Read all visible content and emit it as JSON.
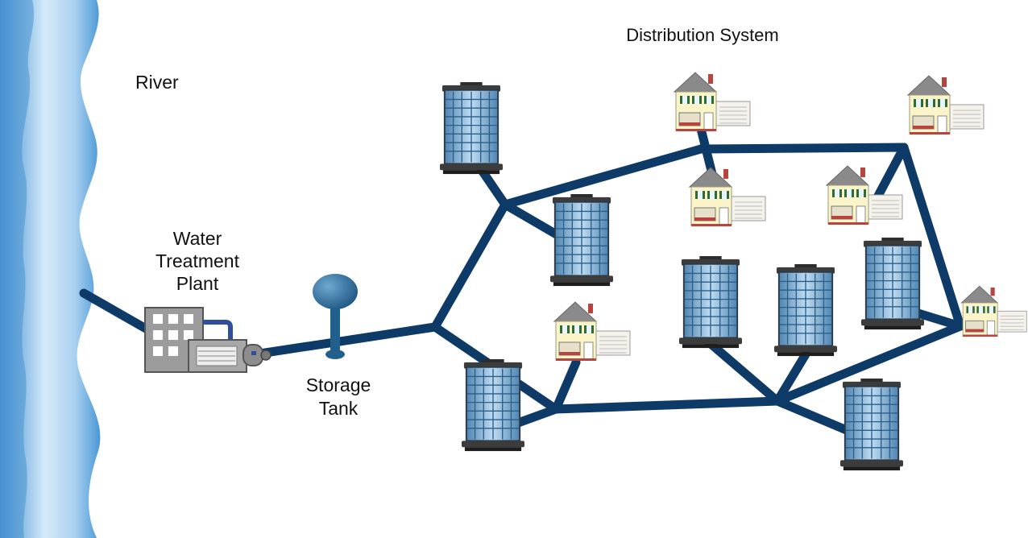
{
  "labels": {
    "river": "River",
    "plant": [
      "Water",
      "Treatment",
      "Plant"
    ],
    "storage": [
      "Storage",
      "Tank"
    ],
    "distribution": "Distribution System"
  },
  "colors": {
    "pipe": "#0d3a66",
    "river_light": "#d8ecfa",
    "river_dark": "#5aa4dc",
    "building_glass": "#8dc1e6",
    "building_frame": "#333a42",
    "house_wall": "#faf4c8",
    "house_roof": "#8a8a8a",
    "house_chimney": "#b8443e",
    "tank_blue": "#2f6e9c"
  },
  "icons": {
    "river": "river-shape",
    "plant": "factory-icon",
    "storage": "water-tower-icon",
    "building": "apartment-building-icon",
    "house": "house-icon"
  }
}
